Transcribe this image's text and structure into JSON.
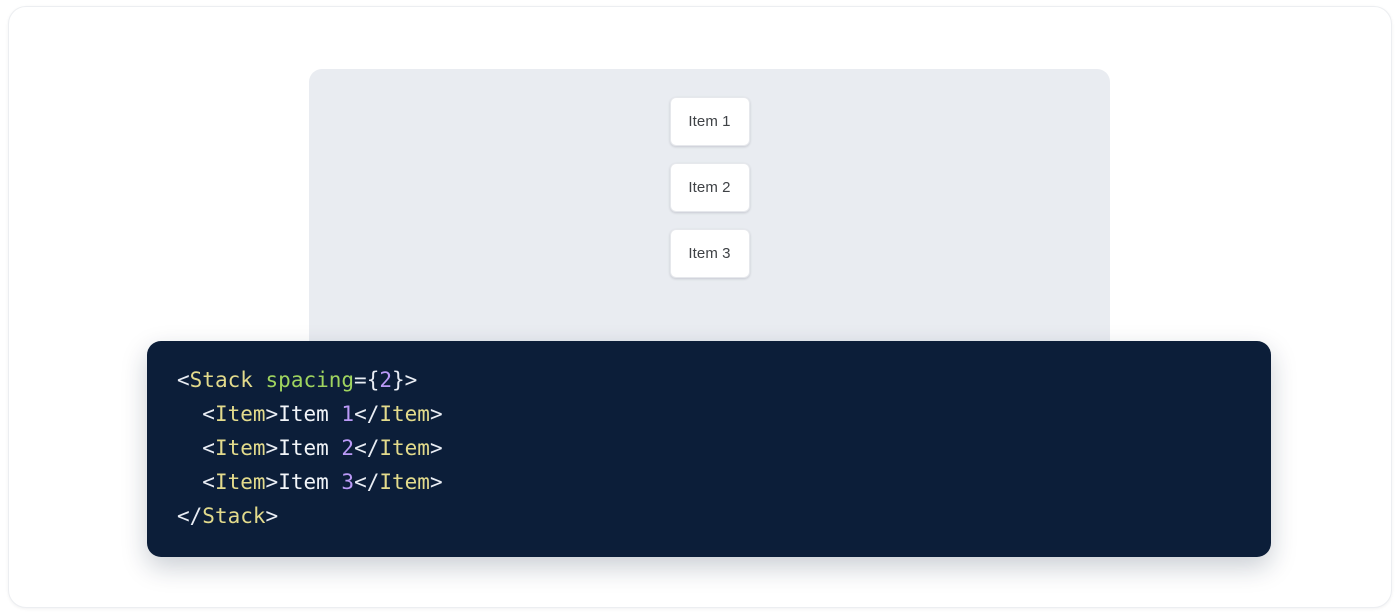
{
  "colors": {
    "page_background": "#ffffff",
    "panel_background": "#e9ecf1",
    "card_background": "#ffffff",
    "card_text": "#3f4246",
    "code_background": "#0c1e39",
    "syntax_tag": "#e3db8c",
    "syntax_attribute": "#9fd45f",
    "syntax_number": "#bb9af7",
    "syntax_punctuation": "#e9edf4",
    "syntax_text": "#f2f5f9"
  },
  "preview": {
    "component_name": "Stack",
    "items": [
      {
        "label": "Item 1"
      },
      {
        "label": "Item 2"
      },
      {
        "label": "Item 3"
      }
    ]
  },
  "code": {
    "language": "jsx",
    "lines": [
      {
        "indent": "",
        "tokens": [
          {
            "type": "punc",
            "text": "<"
          },
          {
            "type": "tag",
            "text": "Stack"
          },
          {
            "type": "text",
            "text": " "
          },
          {
            "type": "attr",
            "text": "spacing"
          },
          {
            "type": "punc",
            "text": "="
          },
          {
            "type": "brace",
            "text": "{"
          },
          {
            "type": "num",
            "text": "2"
          },
          {
            "type": "brace",
            "text": "}"
          },
          {
            "type": "punc",
            "text": ">"
          }
        ]
      },
      {
        "indent": "  ",
        "tokens": [
          {
            "type": "punc",
            "text": "<"
          },
          {
            "type": "tag",
            "text": "Item"
          },
          {
            "type": "punc",
            "text": ">"
          },
          {
            "type": "text",
            "text": "Item "
          },
          {
            "type": "num",
            "text": "1"
          },
          {
            "type": "punc",
            "text": "</"
          },
          {
            "type": "tag",
            "text": "Item"
          },
          {
            "type": "punc",
            "text": ">"
          }
        ]
      },
      {
        "indent": "  ",
        "tokens": [
          {
            "type": "punc",
            "text": "<"
          },
          {
            "type": "tag",
            "text": "Item"
          },
          {
            "type": "punc",
            "text": ">"
          },
          {
            "type": "text",
            "text": "Item "
          },
          {
            "type": "num",
            "text": "2"
          },
          {
            "type": "punc",
            "text": "</"
          },
          {
            "type": "tag",
            "text": "Item"
          },
          {
            "type": "punc",
            "text": ">"
          }
        ]
      },
      {
        "indent": "  ",
        "tokens": [
          {
            "type": "punc",
            "text": "<"
          },
          {
            "type": "tag",
            "text": "Item"
          },
          {
            "type": "punc",
            "text": ">"
          },
          {
            "type": "text",
            "text": "Item "
          },
          {
            "type": "num",
            "text": "3"
          },
          {
            "type": "punc",
            "text": "</"
          },
          {
            "type": "tag",
            "text": "Item"
          },
          {
            "type": "punc",
            "text": ">"
          }
        ]
      },
      {
        "indent": "",
        "tokens": [
          {
            "type": "punc",
            "text": "</"
          },
          {
            "type": "tag",
            "text": "Stack"
          },
          {
            "type": "punc",
            "text": ">"
          }
        ]
      }
    ]
  }
}
